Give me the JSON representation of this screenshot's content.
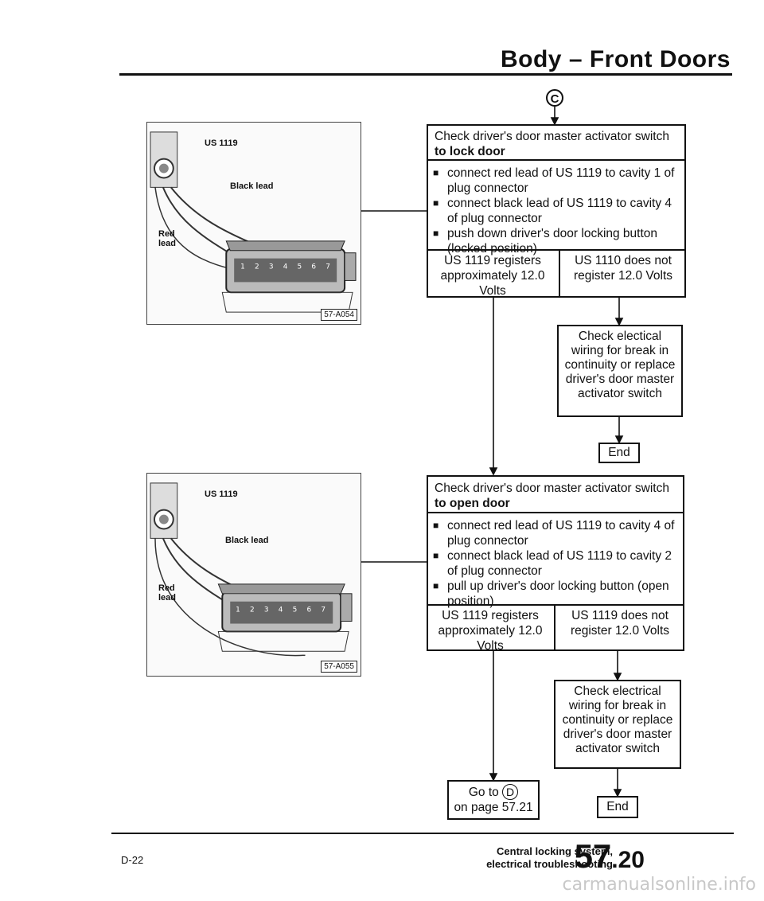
{
  "header": {
    "title": "Body – Front Doors"
  },
  "connector_c": {
    "letter": "C"
  },
  "photo1": {
    "label_tester": "US 1119",
    "label_black": "Black lead",
    "label_red": "Red lead",
    "code": "57-A054"
  },
  "photo2": {
    "label_tester": "US 1119",
    "label_black": "Black lead",
    "label_red": "Red lead",
    "code": "57-A055"
  },
  "box1": {
    "title_prefix": "Check driver's door master activator switch",
    "title_bold": "to lock door",
    "steps": [
      "connect red lead of US 1119 to cavity 1 of plug connector",
      "connect black lead of US 1119 to cavity 4 of plug connector",
      "push down driver's door locking button (locked position)"
    ],
    "result_left": "US 1119 registers approximately 12.0 Volts",
    "result_right": "US 1110 does not register 12.0 Volts"
  },
  "check1": {
    "text": "Check electical wiring for break in continuity or replace driver's door master activator switch"
  },
  "end1": {
    "label": "End"
  },
  "box2": {
    "title_prefix": "Check driver's door master activator switch",
    "title_bold": "to open door",
    "steps": [
      "connect red lead of US 1119 to cavity 4 of plug connector",
      "connect black lead of US 1119 to cavity 2 of plug connector",
      "pull up driver's door locking button (open position)"
    ],
    "result_left": "US 1119 registers approximately 12.0 Volts",
    "result_right": "US 1119 does not register 12.0 Volts"
  },
  "check2": {
    "text": "Check electrical wiring for break in continuity or replace driver's door master activator switch"
  },
  "goto": {
    "line1": "Go to",
    "letter": "D",
    "line2": "on page 57.21"
  },
  "end2": {
    "label": "End"
  },
  "footer": {
    "page_code": "D-22",
    "subtitle_line1": "Central locking system,",
    "subtitle_line2": "electrical troubleshooting",
    "page_number": "57",
    "page_suffix": ".20"
  },
  "watermark": {
    "text": "carmanualsonline.info"
  }
}
